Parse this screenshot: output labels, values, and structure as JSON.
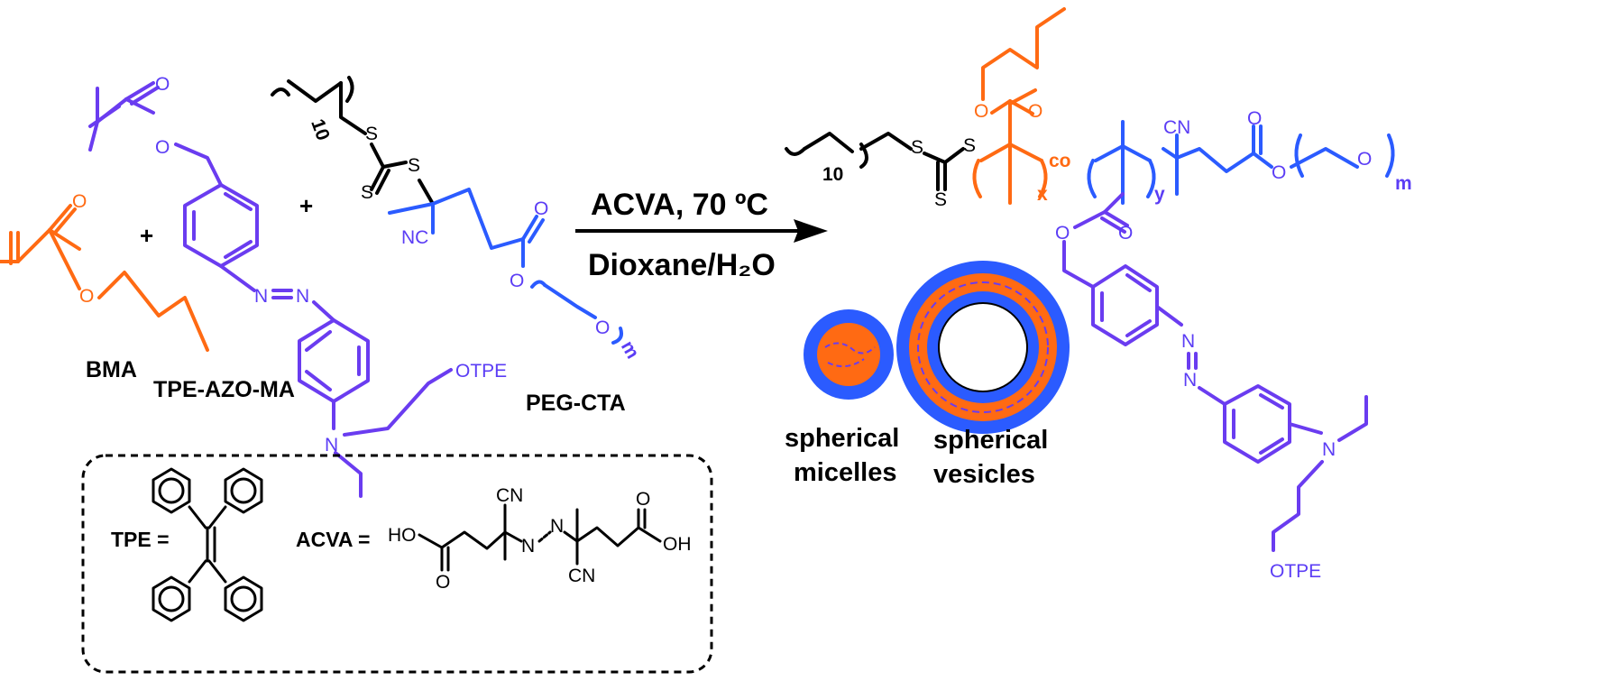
{
  "labels": {
    "bma": "BMA",
    "tpe_azo_ma": "TPE-AZO-MA",
    "peg_cta": "PEG-CTA",
    "plus": "+",
    "conditions_top": "ACVA, 70 ºC",
    "conditions_bottom": "Dioxane/H₂O",
    "micelles_1": "spherical",
    "micelles_2": "micelles",
    "vesicles_1": "spherical",
    "vesicles_2": "vesicles",
    "tpe_def": "TPE =",
    "acva_def": "ACVA ="
  },
  "atoms": {
    "O": "O",
    "N": "N",
    "S": "S",
    "NC": "NC",
    "CN": "CN",
    "HO": "HO",
    "OH": "OH",
    "OTPE": "OTPE",
    "co": "co",
    "x": "x",
    "y": "y",
    "m": "m",
    "ten": "10"
  },
  "colors": {
    "bma_orange": "#ff6a13",
    "azo_purple": "#6a3cf0",
    "peg_blue": "#2b5bff",
    "black": "#000000"
  }
}
